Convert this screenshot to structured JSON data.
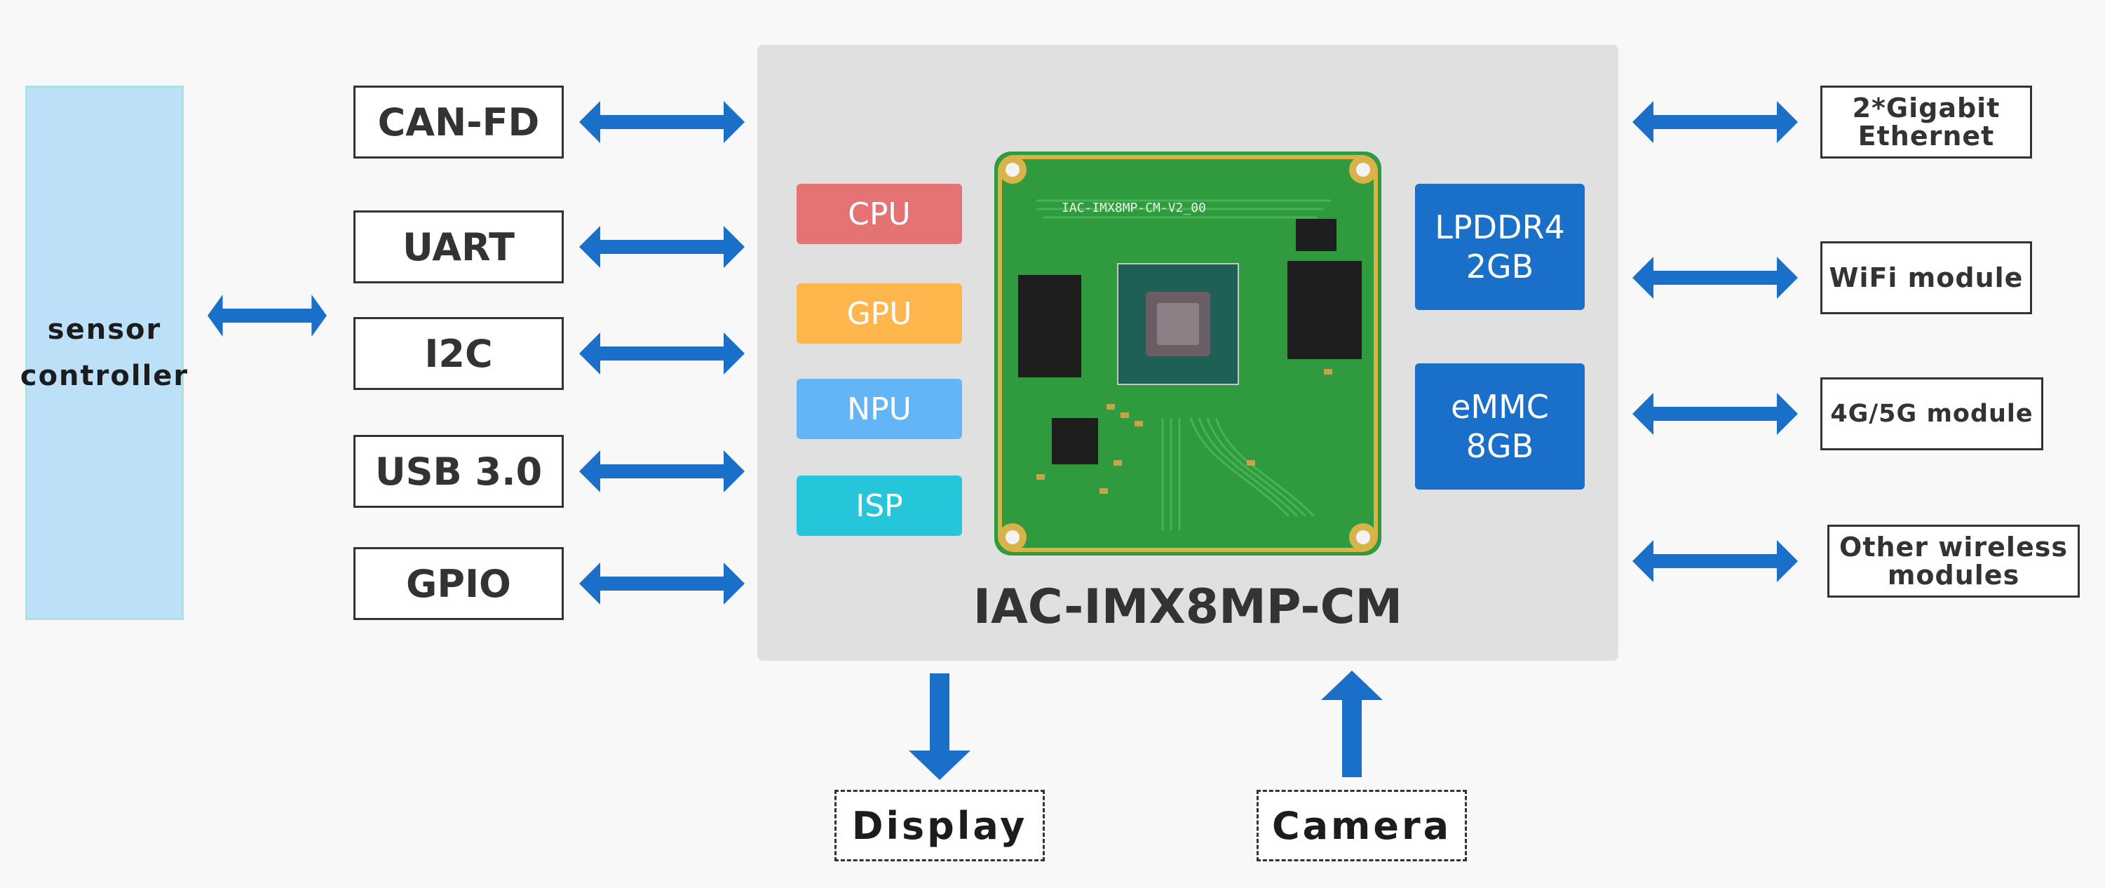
{
  "colors": {
    "arrow": "#1a70c8",
    "cpu": "#e57373",
    "gpu": "#ffb74d",
    "npu": "#64b5f6",
    "isp": "#26c6da",
    "memory": "#1a70c8",
    "panel": "#e0e0e0",
    "sensor_fill": "#bbe0f8"
  },
  "sensor": {
    "line1": "sensor",
    "line2": "controller"
  },
  "left_interfaces": [
    "CAN-FD",
    "UART",
    "I2C",
    "USB 3.0",
    "GPIO"
  ],
  "module": {
    "title": "IAC-IMX8MP-CM",
    "chips": [
      "CPU",
      "GPU",
      "NPU",
      "ISP"
    ],
    "memory": [
      {
        "line1": "LPDDR4",
        "line2": "2GB"
      },
      {
        "line1": "eMMC",
        "line2": "8GB"
      }
    ],
    "board_label": "IAC-IMX8MP-CM-V2_00"
  },
  "right_interfaces": [
    {
      "line1": "2*Gigabit",
      "line2": "Ethernet"
    },
    {
      "line1": "WiFi module",
      "line2": ""
    },
    {
      "line1": "4G/5G module",
      "line2": ""
    },
    {
      "line1": "Other wireless",
      "line2": "modules"
    }
  ],
  "bottom": {
    "display": "Display",
    "camera": "Camera"
  },
  "icons": {
    "arrow": "double-arrow-icon",
    "board": "circuit-board-icon"
  }
}
